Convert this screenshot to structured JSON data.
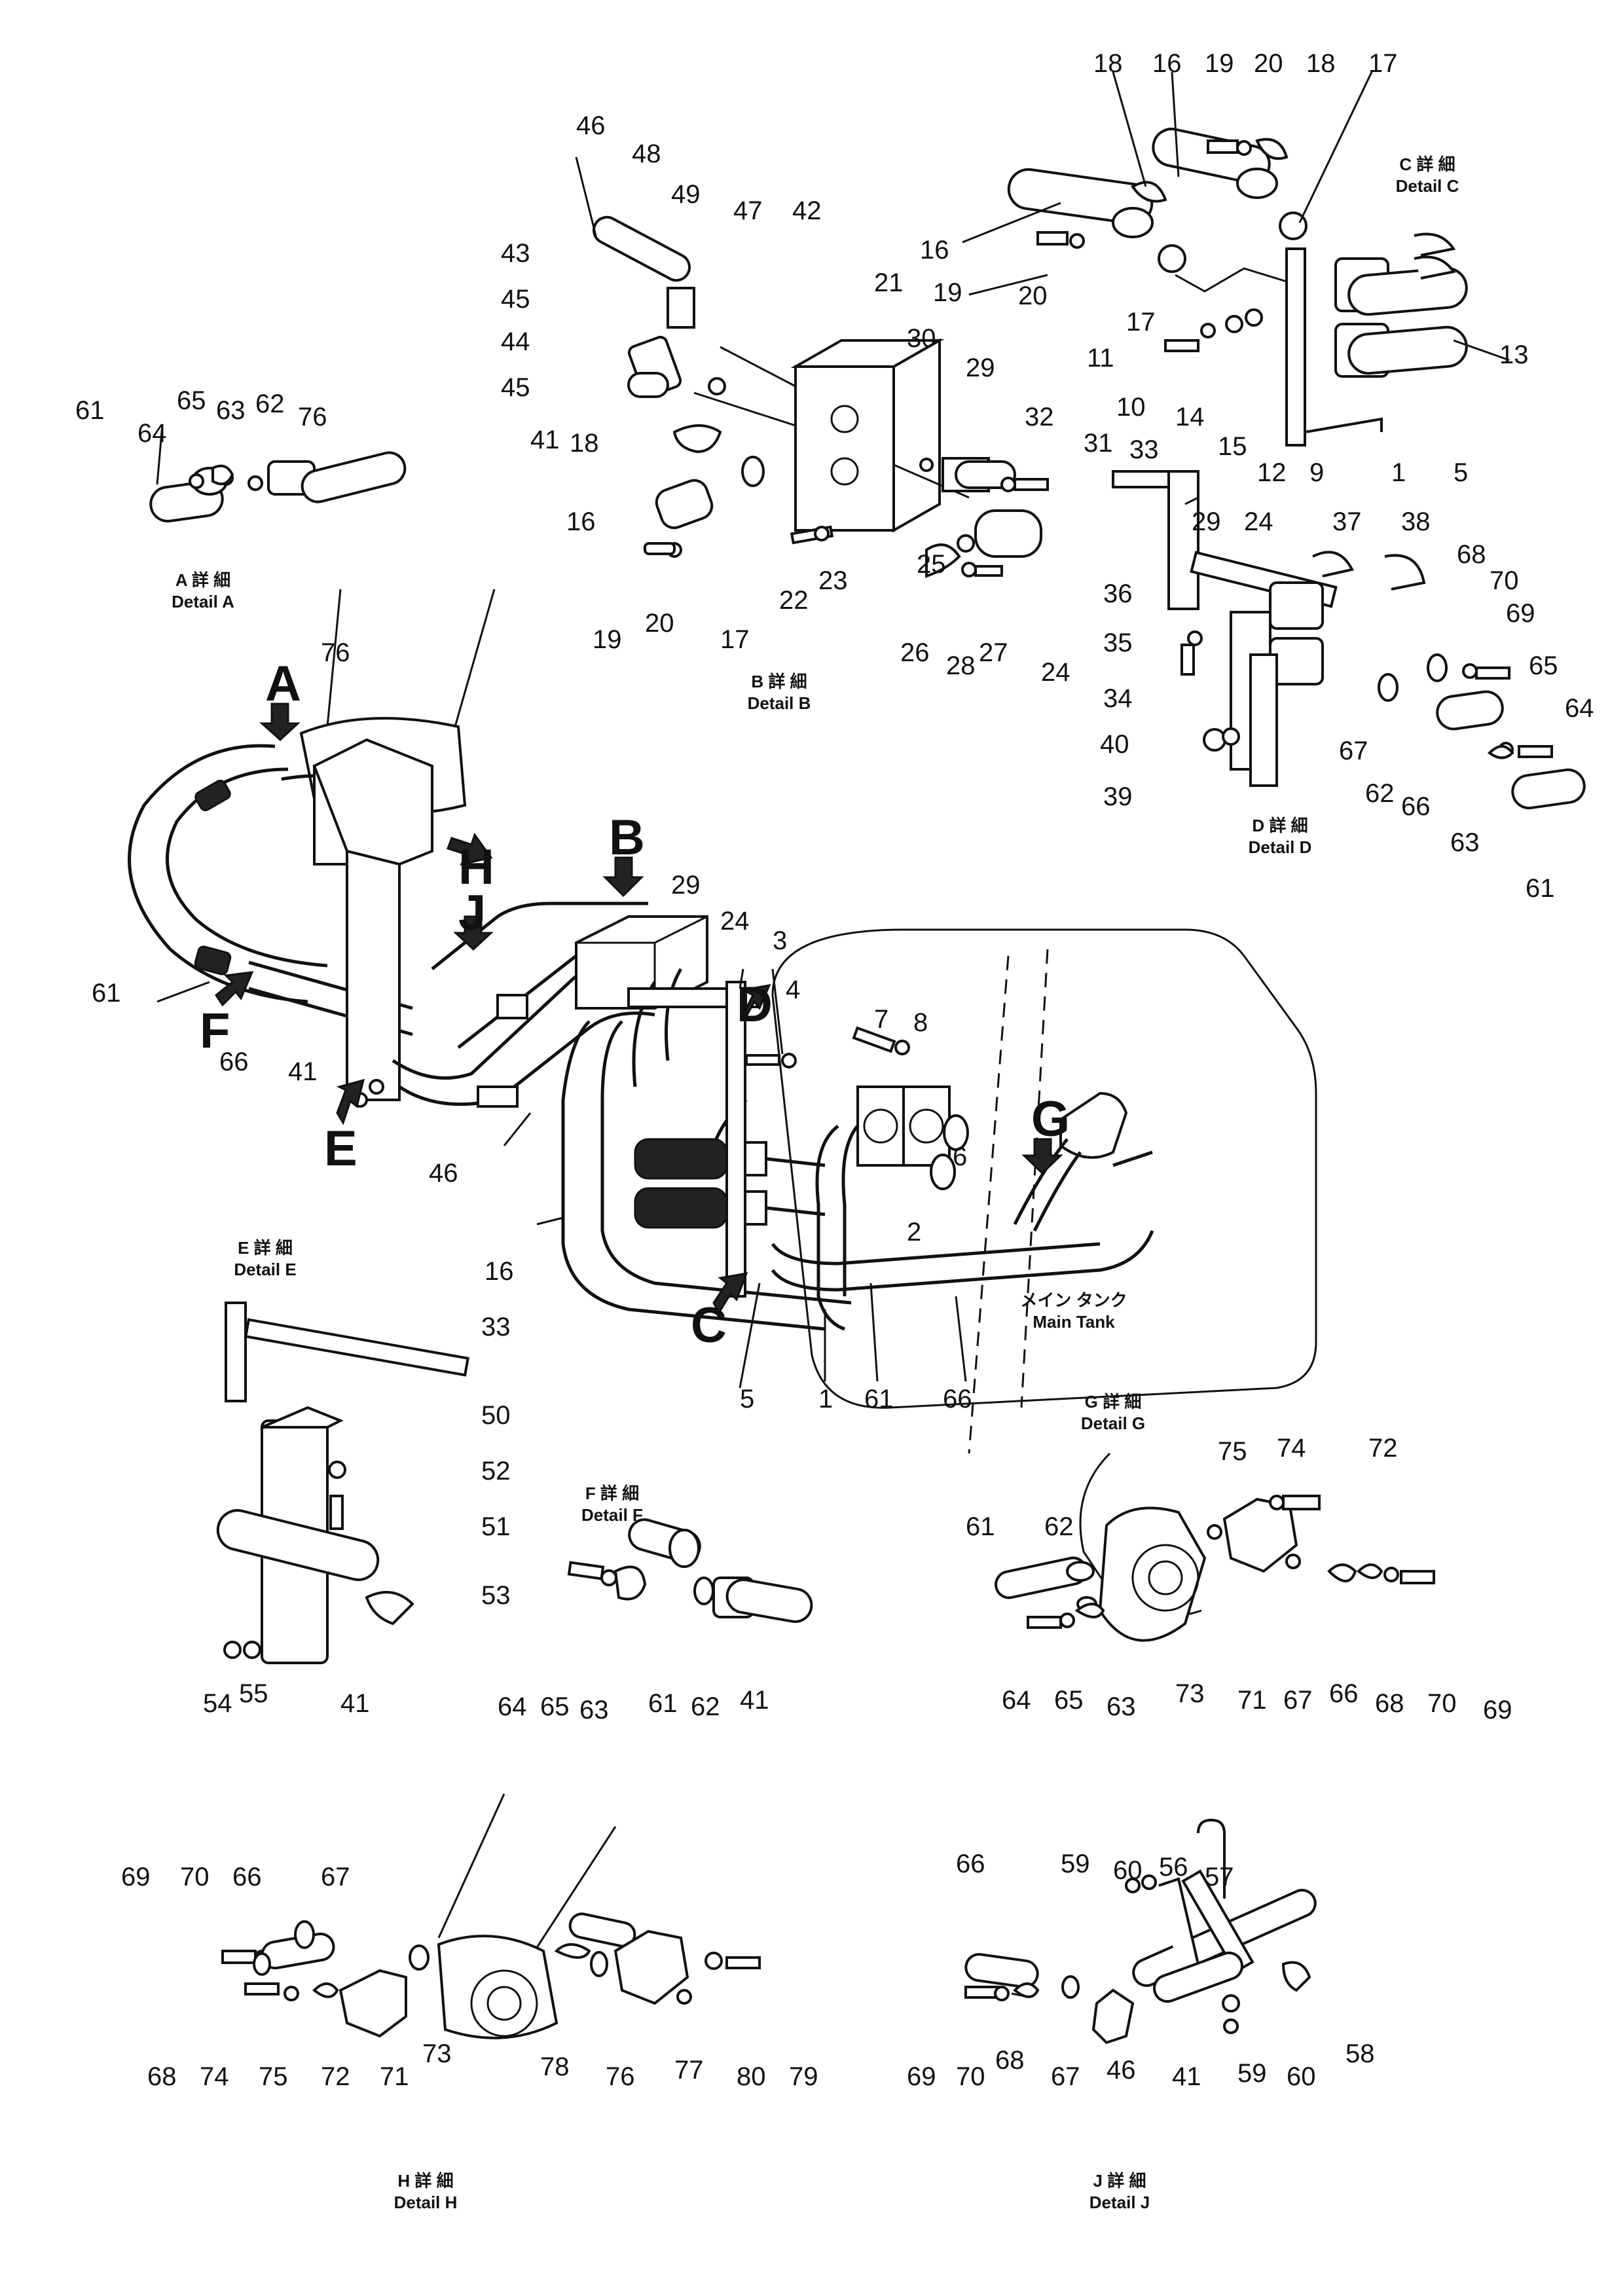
{
  "details": {
    "A": {
      "letter": "A",
      "jp": "A 詳 細",
      "en": "Detail  A"
    },
    "B": {
      "letter": "B",
      "jp": "B 詳 細",
      "en": "Detail  B"
    },
    "C": {
      "letter": "C",
      "jp": "C 詳 細",
      "en": "Detail  C"
    },
    "D": {
      "letter": "D",
      "jp": "D 詳 細",
      "en": "Detail  D"
    },
    "E": {
      "letter": "E",
      "jp": "E 詳 細",
      "en": "Detail  E"
    },
    "F": {
      "letter": "F",
      "jp": "F 詳 細",
      "en": "Detail  F"
    },
    "G": {
      "letter": "G",
      "jp": "G 詳 細",
      "en": "Detail  G"
    },
    "H": {
      "letter": "H",
      "jp": "H 詳 細",
      "en": "Detail  H"
    },
    "J": {
      "letter": "J",
      "jp": "J 詳 細",
      "en": "Detail  J"
    }
  },
  "main_tank": {
    "jp": "メイン タンク",
    "en": "Main Tank"
  },
  "callouts": {
    "c_a": [
      "61",
      "64",
      "65",
      "63",
      "62",
      "76"
    ],
    "c_b": [
      "46",
      "48",
      "49",
      "47",
      "42",
      "21",
      "43",
      "45",
      "44",
      "45",
      "41",
      "18",
      "16",
      "19",
      "20",
      "17",
      "30",
      "29",
      "32",
      "31",
      "22",
      "23",
      "25",
      "26",
      "28",
      "27",
      "24"
    ],
    "c_c": [
      "18",
      "16",
      "19",
      "20",
      "18",
      "17",
      "16",
      "19",
      "20",
      "17",
      "11",
      "10",
      "14",
      "15",
      "12",
      "9",
      "1",
      "5",
      "13"
    ],
    "c_d": [
      "33",
      "29",
      "24",
      "37",
      "38",
      "68",
      "70",
      "69",
      "36",
      "35",
      "34",
      "65",
      "64",
      "67",
      "62",
      "40",
      "39",
      "66",
      "63",
      "61"
    ],
    "c_main": [
      "76",
      "61",
      "66",
      "41",
      "46",
      "29",
      "24",
      "3",
      "4",
      "7",
      "8",
      "6",
      "2",
      "16",
      "5",
      "1",
      "61",
      "66"
    ],
    "c_e": [
      "33",
      "50",
      "52",
      "51",
      "53",
      "54",
      "55",
      "41"
    ],
    "c_f": [
      "64",
      "65",
      "63",
      "61",
      "62",
      "41"
    ],
    "c_g": [
      "75",
      "74",
      "72",
      "61",
      "62",
      "64",
      "65",
      "63",
      "73",
      "71",
      "67",
      "66",
      "68",
      "70",
      "69"
    ],
    "c_h": [
      "69",
      "70",
      "66",
      "67",
      "68",
      "74",
      "75",
      "72",
      "71",
      "73",
      "78",
      "76",
      "77",
      "80",
      "79"
    ],
    "c_j": [
      "66",
      "59",
      "60",
      "56",
      "57",
      "69",
      "70",
      "68",
      "67",
      "46",
      "41",
      "59",
      "60",
      "58"
    ]
  }
}
